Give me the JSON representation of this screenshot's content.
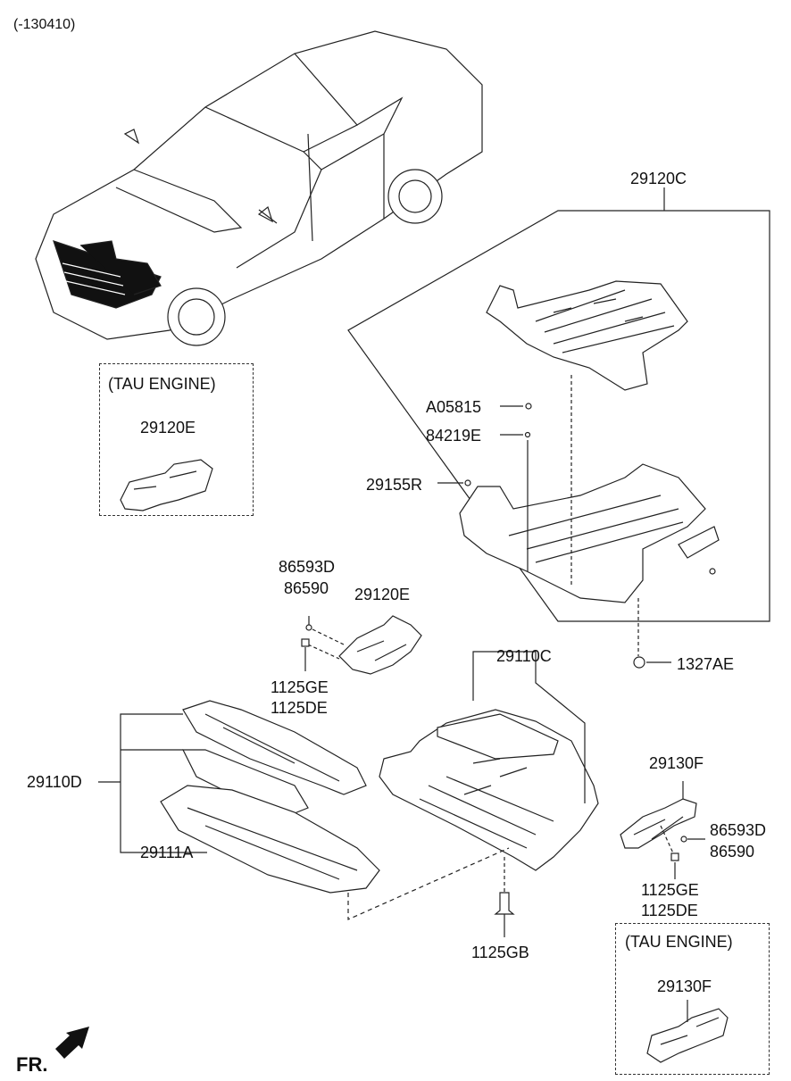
{
  "header": {
    "serial_range": "(-130410)"
  },
  "tau_engine_label": "(TAU ENGINE)",
  "front_marker": "FR.",
  "parts": {
    "p29120C": "29120C",
    "pA05815": "A05815",
    "p84219E": "84219E",
    "p29155R": "29155R",
    "p29120E_tau": "29120E",
    "p86593D_left": "86593D",
    "p86590_left": "86590",
    "p29120E": "29120E",
    "p1125GE_left": "1125GE",
    "p1125DE_left": "1125DE",
    "p29110C": "29110C",
    "p1327AE": "1327AE",
    "p29110D": "29110D",
    "p29111A": "29111A",
    "p29130F": "29130F",
    "p86593D_right": "86593D",
    "p86590_right": "86590",
    "p1125GE_right": "1125GE",
    "p1125DE_right": "1125DE",
    "p1125GB": "1125GB",
    "p29130F_tau": "29130F"
  },
  "colors": {
    "line": "#222222",
    "fill": "#ffffff",
    "highlight": "#111111"
  }
}
